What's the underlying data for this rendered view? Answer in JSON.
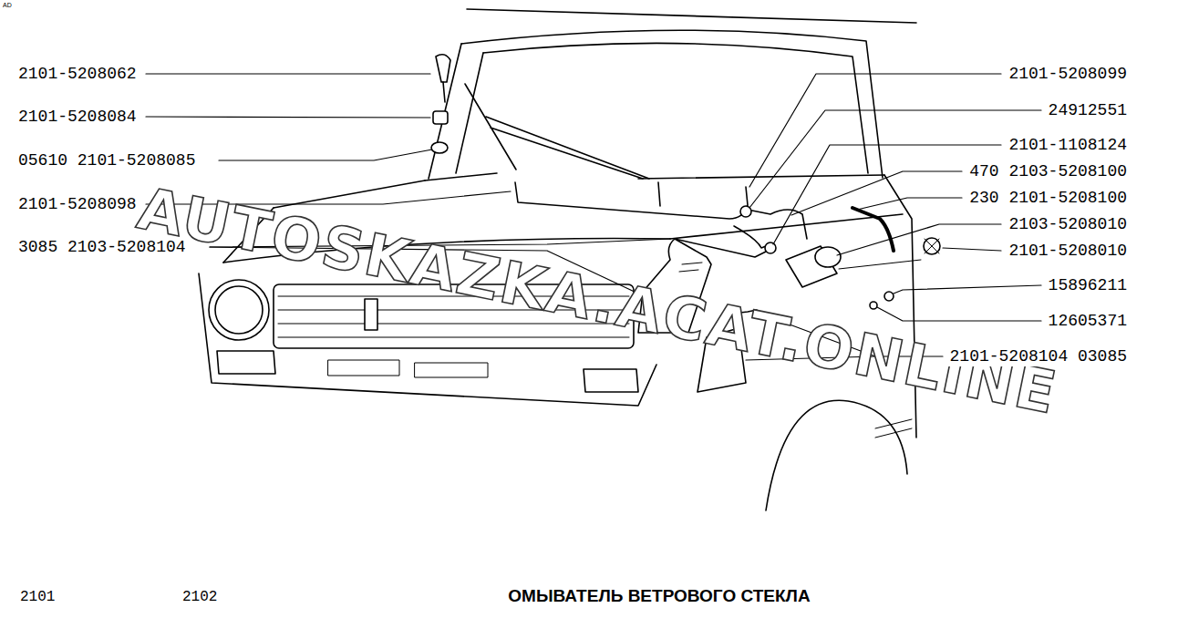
{
  "diagram": {
    "title": "ОМЫВАТЕЛЬ ВЕТРОВОГО СТЕКЛА",
    "labels": [
      "AD",
      "2101-5208062",
      "2101-5208084",
      "05610 2101-5208085",
      "2101-5208098",
      "3085 2103-5208104",
      "2101-5208099",
      "24912551",
      "2101-1108124",
      "470 2103-5208100",
      "230 2101-5208100",
      "2103-5208010",
      "2101-5208010",
      "15896211",
      "12605371",
      "2101-5208104 03085",
      "AUTOSKAZKA.ACAT.ONLINE",
      "2101",
      "2102"
    ]
  }
}
